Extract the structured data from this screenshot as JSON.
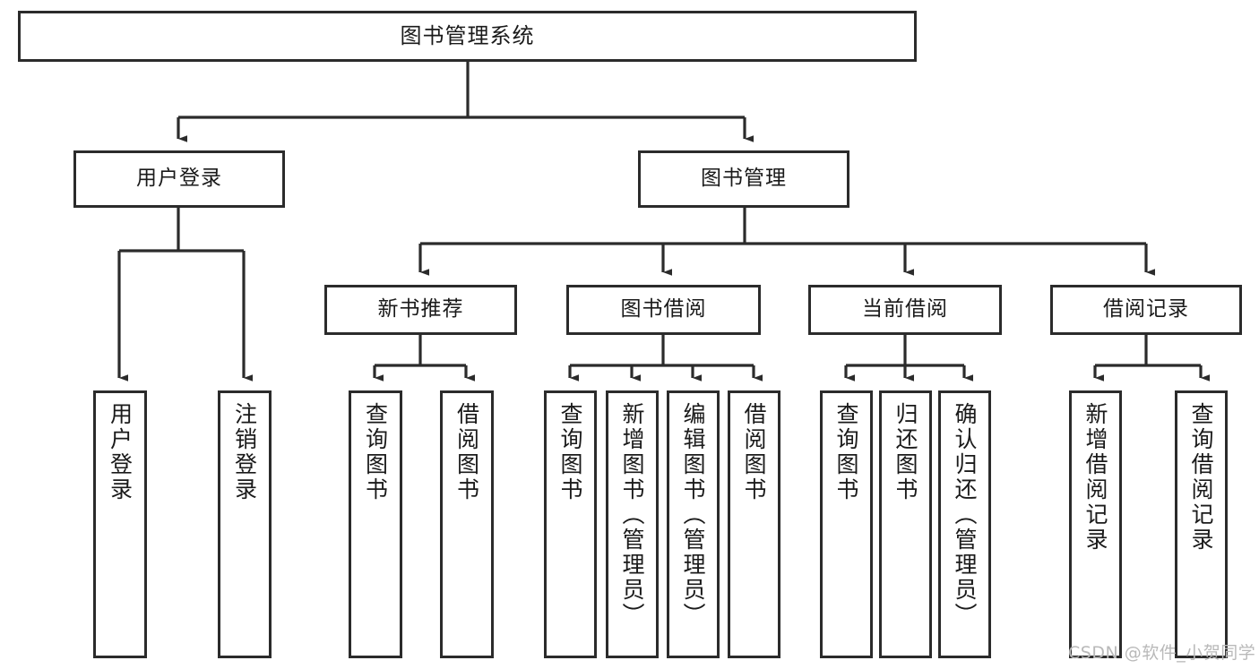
{
  "diagram": {
    "title": "图书管理系统",
    "type": "tree-hierarchy-chart",
    "watermark": "CSDN @软件_小贺同学",
    "colors": {
      "box_border": "#2b2b2b",
      "box_fill": "#ffffff",
      "edge": "#2b2b2b",
      "text": "#1a1a1a",
      "watermark": "#b9b9b9",
      "background": "#ffffff"
    },
    "nodes": {
      "root": {
        "label": "图书管理系统"
      },
      "level2": [
        {
          "id": "user-login",
          "label": "用户登录"
        },
        {
          "id": "book-management",
          "label": "图书管理"
        }
      ],
      "level3": [
        {
          "id": "new-book-recommend",
          "label": "新书推荐"
        },
        {
          "id": "book-borrow",
          "label": "图书借阅"
        },
        {
          "id": "current-borrow",
          "label": "当前借阅"
        },
        {
          "id": "borrow-record",
          "label": "借阅记录"
        }
      ],
      "leaves": {
        "user_login": [
          {
            "id": "leaf-user-login",
            "label": "用户登录"
          },
          {
            "id": "leaf-logout-login",
            "label": "注销登录"
          }
        ],
        "new_book_recommend": [
          {
            "id": "leaf-query-book-1",
            "label": "查询图书"
          },
          {
            "id": "leaf-borrow-book-1",
            "label": "借阅图书"
          }
        ],
        "book_borrow": [
          {
            "id": "leaf-query-book-2",
            "label": "查询图书"
          },
          {
            "id": "leaf-add-book",
            "label": "新增图书（管理员）"
          },
          {
            "id": "leaf-edit-book",
            "label": "编辑图书（管理员）"
          },
          {
            "id": "leaf-borrow-book-2",
            "label": "借阅图书"
          }
        ],
        "current_borrow": [
          {
            "id": "leaf-query-book-3",
            "label": "查询图书"
          },
          {
            "id": "leaf-return-book",
            "label": "归还图书"
          },
          {
            "id": "leaf-confirm-return",
            "label": "确认归还（管理员）"
          }
        ],
        "borrow_record": [
          {
            "id": "leaf-add-borrow-record",
            "label": "新增借阅记录"
          },
          {
            "id": "leaf-query-borrow-record",
            "label": "查询借阅记录"
          }
        ]
      }
    }
  }
}
